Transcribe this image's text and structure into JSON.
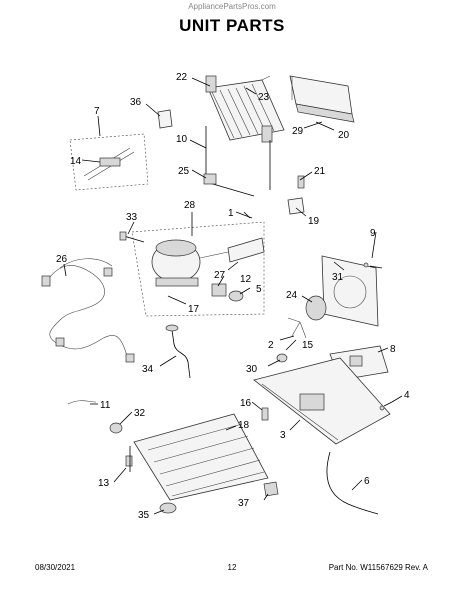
{
  "watermark": "AppliancePartsPros.com",
  "title": "UNIT PARTS",
  "footer": {
    "date": "08/30/2021",
    "page": "12",
    "part_no": "Part No. W11567629  Rev. A"
  },
  "callouts": {
    "c1": "1",
    "c2": "2",
    "c3": "3",
    "c4": "4",
    "c5": "5",
    "c6": "6",
    "c7": "7",
    "c8": "8",
    "c9": "9",
    "c10": "10",
    "c11": "11",
    "c12": "12",
    "c13": "13",
    "c14": "14",
    "c15": "15",
    "c16": "16",
    "c17": "17",
    "c18": "18",
    "c19": "19",
    "c20": "20",
    "c21": "21",
    "c22": "22",
    "c23": "23",
    "c24": "24",
    "c25": "25",
    "c26": "26",
    "c27": "27",
    "c28": "28",
    "c29": "29",
    "c30": "30",
    "c31": "31",
    "c32": "32",
    "c33": "33",
    "c34": "34",
    "c35": "35",
    "c36": "36",
    "c37": "37"
  }
}
